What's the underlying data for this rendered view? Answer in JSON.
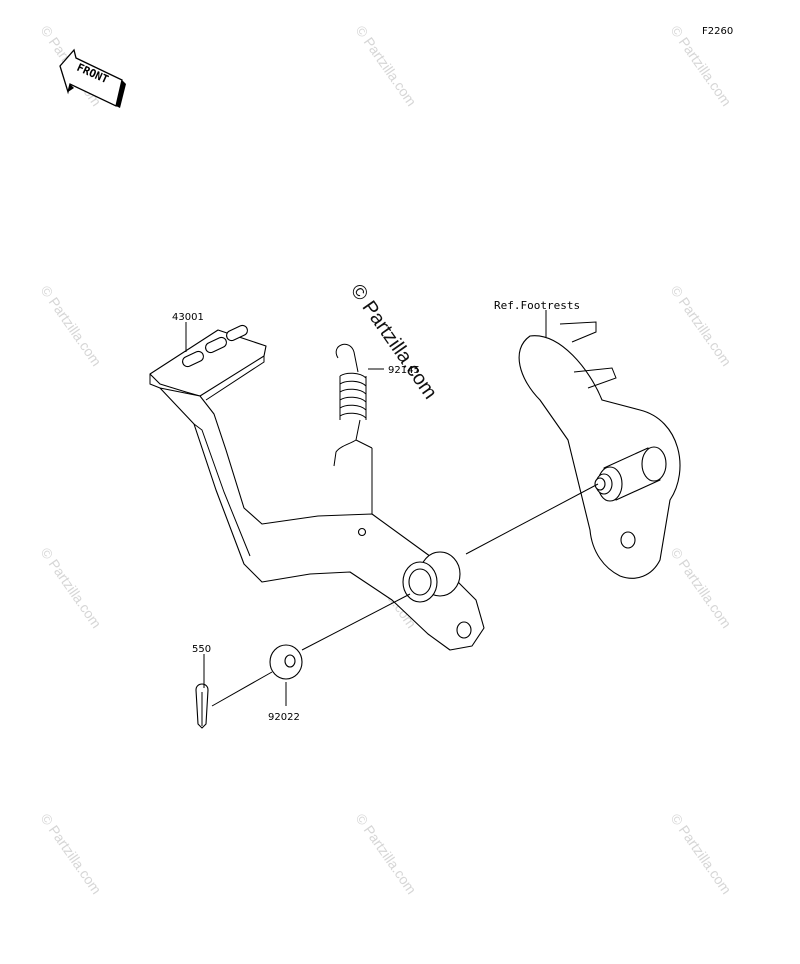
{
  "diagram": {
    "figure_code": "F2260",
    "front_arrow_text": "FRONT",
    "watermark_text": "© Partzilla.com",
    "callouts": {
      "brake_pedal": "43001",
      "spring": "92145",
      "footrest_ref": "Ref.Footrests",
      "cotter_pin": "550",
      "washer": "92022"
    }
  }
}
